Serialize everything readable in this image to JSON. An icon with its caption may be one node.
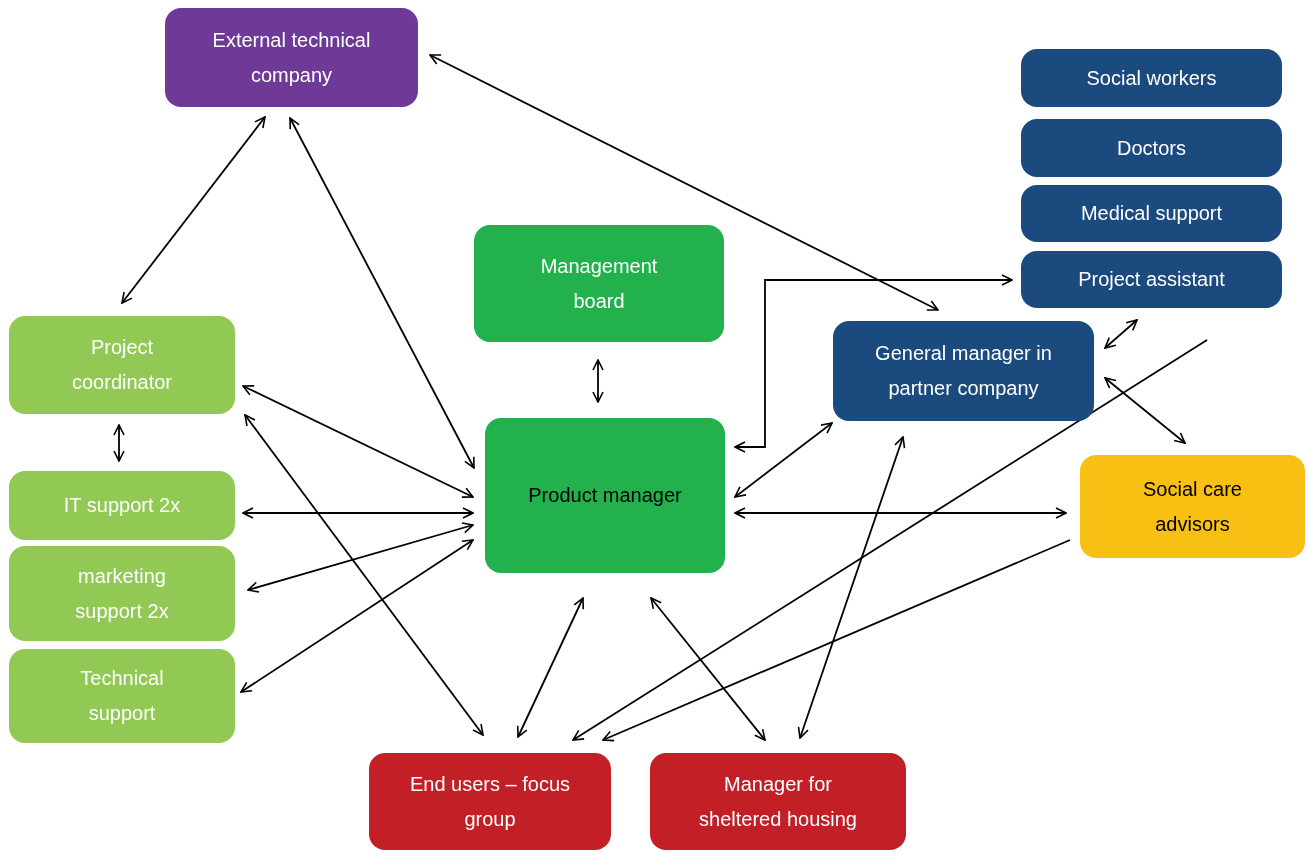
{
  "diagram": {
    "nodes": [
      {
        "text": [
          "External technical company"
        ]
      },
      {
        "text": [
          "Social workers"
        ]
      },
      {
        "text": [
          "Doctors"
        ]
      },
      {
        "text": [
          "Medical support"
        ]
      },
      {
        "text": [
          "Project assistant"
        ]
      },
      {
        "text": [
          "Management board"
        ]
      },
      {
        "text": [
          "Project coordinator"
        ]
      },
      {
        "text": [
          "General manager in partner company"
        ]
      },
      {
        "text": [
          "IT support 2x"
        ]
      },
      {
        "text": [
          "Product manager"
        ]
      },
      {
        "text": [
          "Social care advisors"
        ]
      },
      {
        "text": [
          "marketing support 2x"
        ]
      },
      {
        "text": [
          "Technical support"
        ]
      },
      {
        "text": [
          "End users – focus group"
        ]
      },
      {
        "text": [
          "Manager for sheltered housing"
        ]
      }
    ],
    "edges": [
      {
        "from": 0,
        "to": 6,
        "arrow": "both"
      },
      {
        "from": 0,
        "to": 9,
        "arrow": "both"
      },
      {
        "from": 0,
        "to": 7,
        "arrow": "both"
      },
      {
        "from": 5,
        "to": 9,
        "arrow": "both"
      },
      {
        "from": 6,
        "to": 8,
        "arrow": "both"
      },
      {
        "from": 6,
        "to": 9,
        "arrow": "both"
      },
      {
        "from": 6,
        "to": 13,
        "arrow": "both"
      },
      {
        "from": 8,
        "to": 9,
        "arrow": "both"
      },
      {
        "from": 11,
        "to": 9,
        "arrow": "both"
      },
      {
        "from": 12,
        "to": 9,
        "arrow": "both"
      },
      {
        "from": 9,
        "to": 4,
        "arrow": "both"
      },
      {
        "from": 9,
        "to": 7,
        "arrow": "both"
      },
      {
        "from": 9,
        "to": 10,
        "arrow": "both"
      },
      {
        "from": 9,
        "to": 13,
        "arrow": "both"
      },
      {
        "from": 9,
        "to": 14,
        "arrow": "both"
      },
      {
        "from": 7,
        "to": 4,
        "arrow": "both"
      },
      {
        "from": 7,
        "to": 10,
        "arrow": "both"
      },
      {
        "from": 7,
        "to": 14,
        "arrow": "both"
      },
      {
        "from": null,
        "to": 13,
        "arrow": "to"
      },
      {
        "from": 10,
        "to": 13,
        "arrow": "to"
      }
    ]
  }
}
